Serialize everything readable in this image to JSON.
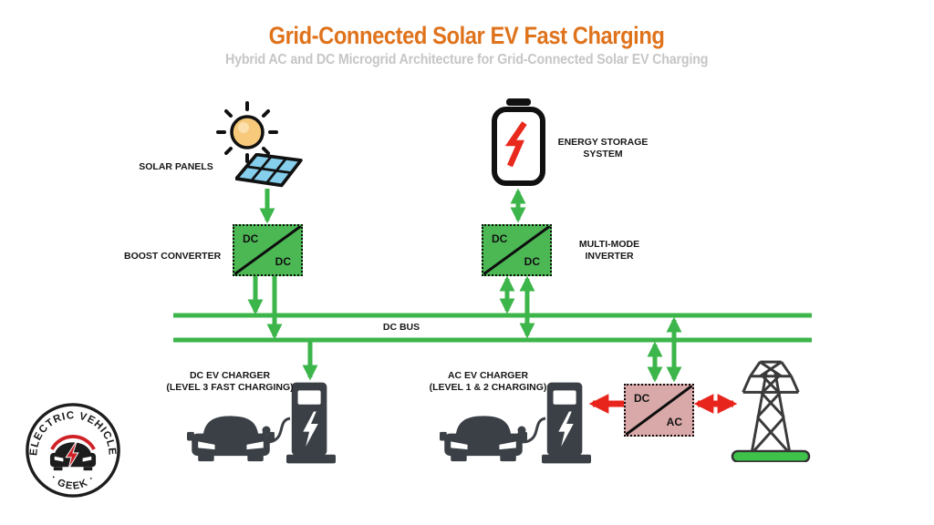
{
  "header": {
    "title": "Grid-Connected Solar EV Fast Charging",
    "subtitle": "Hybrid AC and DC Microgrid Architecture for Grid-Connected Solar EV Charging"
  },
  "labels": {
    "solar_panels": "SOLAR PANELS",
    "boost_converter": "BOOST CONVERTER",
    "energy_storage_line1": "ENERGY STORAGE",
    "energy_storage_line2": "SYSTEM",
    "multi_mode_line1": "MULTI-MODE",
    "multi_mode_line2": "INVERTER",
    "dc_bus": "DC BUS",
    "dc_charger_line1": "DC EV CHARGER",
    "dc_charger_line2": "(LEVEL 3 FAST CHARGING)",
    "ac_charger_line1": "AC EV CHARGER",
    "ac_charger_line2": "(LEVEL 1 & 2 CHARGING)"
  },
  "boxes": {
    "boost": {
      "top": "DC",
      "bottom": "DC"
    },
    "inverter": {
      "top": "DC",
      "bottom": "DC"
    },
    "grid_converter": {
      "top": "DC",
      "bottom": "AC"
    }
  },
  "logo": {
    "arc_text": "ELECTRIC VEHICLE",
    "bottom_text": "· GEEK ·"
  },
  "colors": {
    "accent_orange": "#df731c",
    "subtitle_gray": "#c6c6c6",
    "line_green": "#3cb54a",
    "box_green": "#4cb854",
    "box_pink": "#d9a9a9",
    "accent_red": "#e8251c",
    "icon_dark": "#3b4046"
  }
}
